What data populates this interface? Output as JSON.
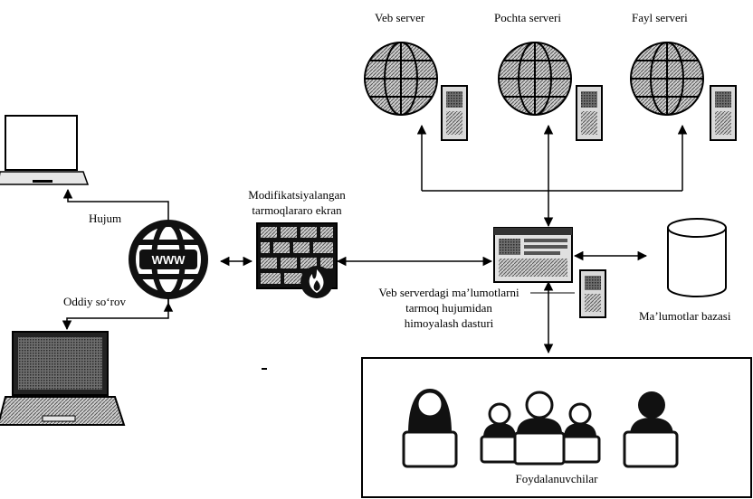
{
  "servers": {
    "web": "Veb server",
    "mail": "Pochta serveri",
    "file": "Fayl serveri"
  },
  "firewall": {
    "line1": "Modifikatsiyalangan",
    "line2": "tarmoqlararo ekran"
  },
  "internet": {
    "www": "WWW"
  },
  "attack_label": "Hujum",
  "normal_label": "Oddiy so‘rov",
  "protection": {
    "line1": "Veb serverdagi ma’lumotlarni",
    "line2": "tarmoq hujumidan",
    "line3": "himoyalash dasturi"
  },
  "database_label": "Ma’lumotlar bazasi",
  "users_label": "Foydalanuvchilar",
  "colors": {
    "line": "#000000",
    "icon_dark": "#1a1a1a",
    "icon_mid": "#7a7a7a",
    "icon_light": "#d9d9d9"
  }
}
